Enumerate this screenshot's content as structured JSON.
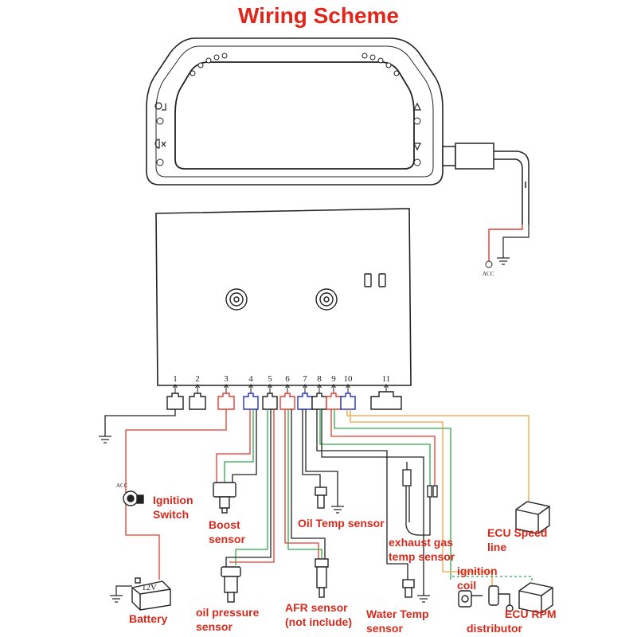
{
  "title": "Wiring Scheme",
  "colors": {
    "title": "#e0261a",
    "label": "#d42a1c",
    "wire_red": "#e33b2f",
    "wire_green": "#2fa84a",
    "wire_black": "#222222",
    "wire_orange": "#f0a040",
    "connector_blue": "#2431c8"
  },
  "pins": [
    "1",
    "2",
    "3",
    "4",
    "5",
    "6",
    "7",
    "8",
    "9",
    "10",
    "11"
  ],
  "acc_main": "ACC",
  "acc_switch": "ACC",
  "battery_voltage": "12V",
  "labels": {
    "ignition_switch": [
      "Ignition",
      "Switch"
    ],
    "boost_sensor": [
      "Boost",
      "sensor"
    ],
    "oil_temp_sensor": [
      "Oil Temp sensor"
    ],
    "exhaust_gas": [
      "exhaust gas",
      "temp sensor"
    ],
    "ecu_speed": [
      "ECU Speed",
      "line"
    ],
    "ignition_coil": [
      "ignition",
      "coil"
    ],
    "battery": [
      "Battery"
    ],
    "oil_pressure": [
      "oil pressure",
      "sensor"
    ],
    "afr_sensor": [
      "AFR sensor",
      "(not include)"
    ],
    "water_temp": [
      "Water Temp",
      "sensor"
    ],
    "ecu_rpm": [
      "ECU RPM"
    ],
    "distributor": [
      "distributor"
    ]
  }
}
